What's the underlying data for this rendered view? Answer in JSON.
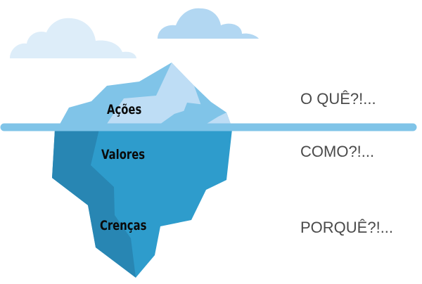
{
  "diagram": {
    "type": "iceberg",
    "colors": {
      "cloud_light": "#DDEDF9",
      "cloud_mid": "#B2D7F2",
      "waterline": "#80C4E8",
      "tip_dark": "#80C4E8",
      "tip_light": "#BEDDF5",
      "underwater_main": "#2E9CCC",
      "underwater_shadow": "#2886B3",
      "question_text": "#4A4A4A",
      "label_text": "#0A0A0A"
    },
    "layers": [
      {
        "label": "Ações",
        "question": "O QUÊ?!..."
      },
      {
        "label": "Valores",
        "question": "COMO?!..."
      },
      {
        "label": "Crenças",
        "question": "PORQUÊ?!..."
      }
    ]
  }
}
